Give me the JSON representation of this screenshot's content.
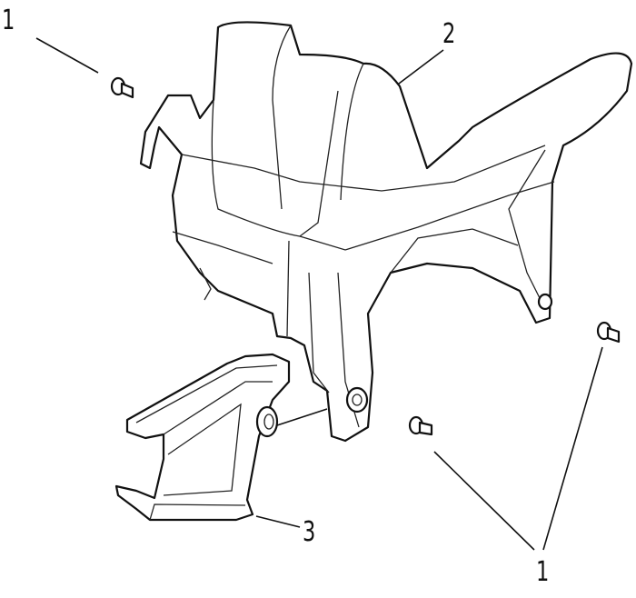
{
  "diagram": {
    "callouts": [
      {
        "id": "label-1-top-left",
        "text": "1"
      },
      {
        "id": "label-2",
        "text": "2"
      },
      {
        "id": "label-3",
        "text": "3"
      },
      {
        "id": "label-1-bottom-right",
        "text": "1"
      }
    ]
  }
}
